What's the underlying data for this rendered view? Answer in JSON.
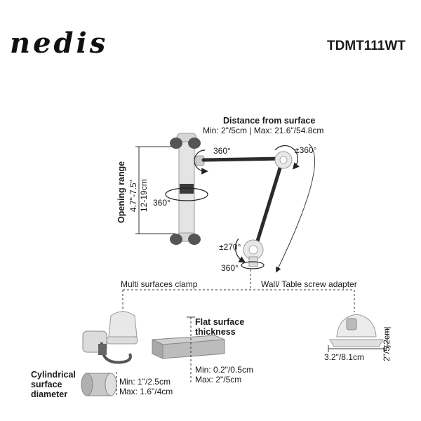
{
  "brand": {
    "logo_text": "nedis",
    "model": "TDMT111WT"
  },
  "distance": {
    "title": "Distance from surface",
    "range": "Min: 2\"/5cm | Max: 21.6\"/54.8cm"
  },
  "opening": {
    "title": "Opening range",
    "inch": "4.7\"-7.5\"",
    "cm": "12-19cm"
  },
  "rotations": {
    "holder_top": "360°",
    "elbow": "±360°",
    "holder_side": "360°",
    "base_tilt": "±270°",
    "base_swivel": "360°"
  },
  "clamp": {
    "label": "Multi surfaces clamp"
  },
  "adapter": {
    "label": "Wall/ Table screw adapter",
    "width": "3.2\"/8.1cm",
    "height": "2\"/5.2cm"
  },
  "flat": {
    "title_line1": "Flat surface",
    "title_line2": "thickness",
    "min": "Min: 0.2\"/0.5cm",
    "max": "Max: 2\"/5cm"
  },
  "cylinder": {
    "title_line1": "Cylindrical",
    "title_line2": "surface",
    "title_line3": "diameter",
    "min": "Min: 1\"/2.5cm",
    "max": "Max: 1.6\"/4cm"
  }
}
